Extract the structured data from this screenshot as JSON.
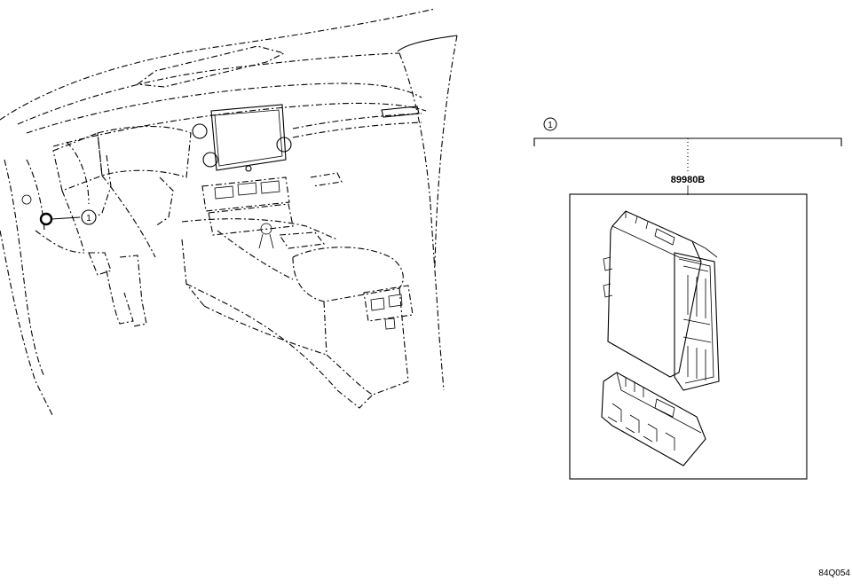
{
  "callout": {
    "number": "1"
  },
  "part": {
    "number": "89980B"
  },
  "illustration": {
    "code": "84Q054"
  }
}
